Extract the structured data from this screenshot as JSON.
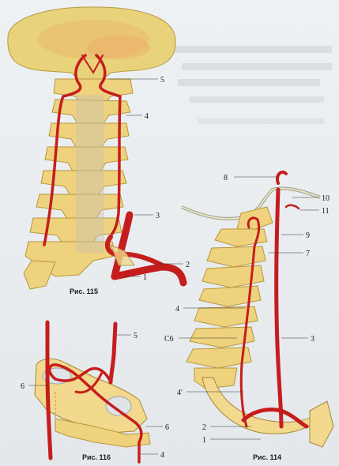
{
  "figures": [
    {
      "caption": "Рис. 115",
      "labels": [
        "5",
        "4",
        "3",
        "2",
        "1"
      ]
    },
    {
      "caption": "Рис. 114",
      "labels": [
        "8",
        "10",
        "11",
        "9",
        "7",
        "4",
        "С6",
        "3",
        "4'",
        "2",
        "1"
      ]
    },
    {
      "caption": "Рис. 116",
      "labels": [
        "5",
        "6",
        "6",
        "4"
      ]
    }
  ],
  "colors": {
    "bone": "#efd27e",
    "artery": "#c51d1d",
    "background": "#e9edf0"
  }
}
